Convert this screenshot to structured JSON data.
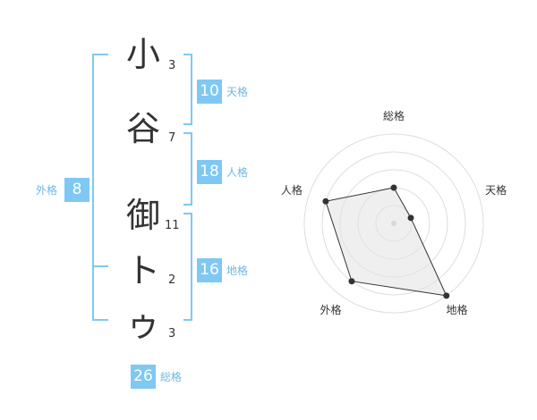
{
  "name": {
    "characters": [
      {
        "char": "小",
        "strokes": "3"
      },
      {
        "char": "谷",
        "strokes": "7"
      },
      {
        "char": "御",
        "strokes": "11"
      },
      {
        "char": "ト",
        "strokes": "2"
      },
      {
        "char": "ゥ",
        "strokes": "3"
      }
    ]
  },
  "fortunes": {
    "tenkaku": {
      "value": "10",
      "label": "天格"
    },
    "jinkaku": {
      "value": "18",
      "label": "人格"
    },
    "chikaku": {
      "value": "16",
      "label": "地格"
    },
    "gaikaku": {
      "value": "8",
      "label": "外格"
    },
    "soukaku": {
      "value": "26",
      "label": "総格"
    }
  },
  "colors": {
    "accent": "#7fc8f4",
    "text": "#333333",
    "ring": "#dddddd",
    "fill": "#eeeeee"
  },
  "chart_data": {
    "type": "radar",
    "axes": [
      "総格",
      "天格",
      "地格",
      "外格",
      "人格"
    ],
    "values": [
      2,
      1,
      5,
      4,
      4
    ],
    "max": 5,
    "rings": 5
  }
}
